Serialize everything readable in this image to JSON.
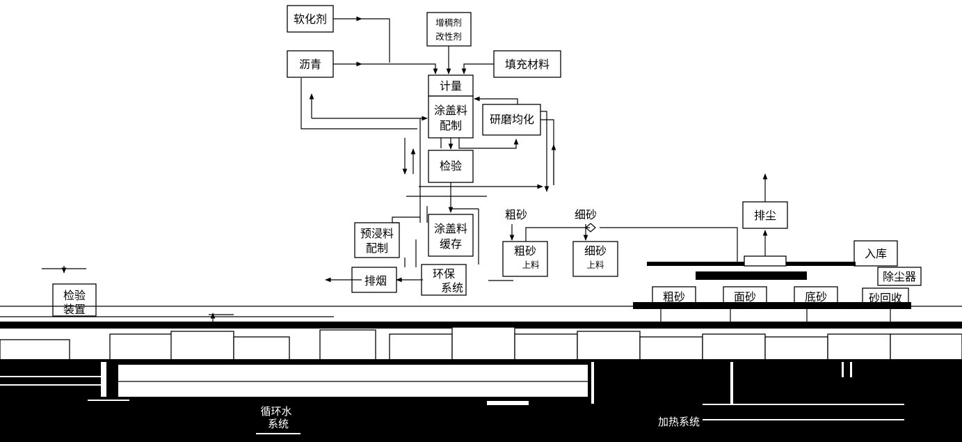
{
  "nodes": {
    "softener": "软化剂",
    "asphalt": "沥青",
    "thickener": [
      "增稠剂",
      "改性剂"
    ],
    "filler": "填充材料",
    "metering": "计量",
    "coating_prep": [
      "涂盖料",
      "配制"
    ],
    "grinding": "研磨均化",
    "inspection": "检验",
    "coating_buffer": [
      "涂盖料",
      "缓存"
    ],
    "presoak_prep": [
      "预浸料",
      "配制"
    ],
    "env_system": [
      "环保",
      "系统"
    ],
    "exhaust_smoke": "排烟",
    "dust_exhaust": "排尘",
    "coarse_sand": "粗砂",
    "fine_sand": "细砂",
    "coarse_sand_feed": [
      "粗砂",
      "上料"
    ],
    "fine_sand_feed": [
      "细砂",
      "上料"
    ],
    "warehousing": "入库",
    "dust_collector": "除尘器",
    "inspect_device": [
      "检验",
      "装置"
    ],
    "coarse_sand_bin": "粗砂",
    "face_sand_bin": "面砂",
    "bottom_sand_bin": "底砂",
    "sand_recovery": "砂回收",
    "circulating_water": [
      "循环水",
      "系统"
    ],
    "heating_system": "加热系统"
  }
}
